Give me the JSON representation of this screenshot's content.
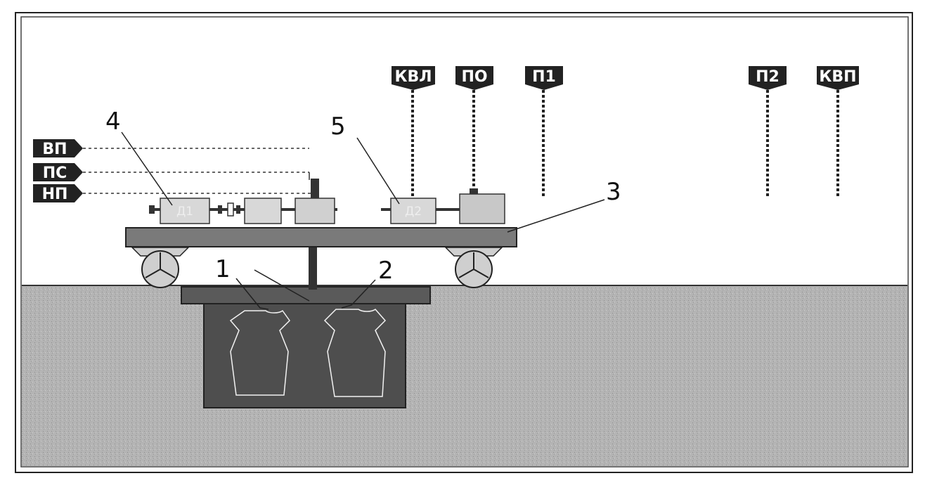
{
  "signal_labels": {
    "kvl": "КВЛ",
    "po": "ПО",
    "p1": "П1",
    "p2": "П2",
    "kvp": "КВП",
    "vp": "ВП",
    "ps": "ПС",
    "np": "НП"
  },
  "callouts": {
    "c1": "1",
    "c2": "2",
    "c3": "3",
    "c4": "4",
    "c5": "5"
  },
  "motor_labels": {
    "m1": "Д1",
    "m2": "Д2"
  },
  "colors": {
    "tag_fill": "#222222",
    "ground": "#b2b2b2",
    "pit": "#4e4e4e",
    "platform": "#7a7a7a",
    "equipment": "#d8d8d8"
  }
}
